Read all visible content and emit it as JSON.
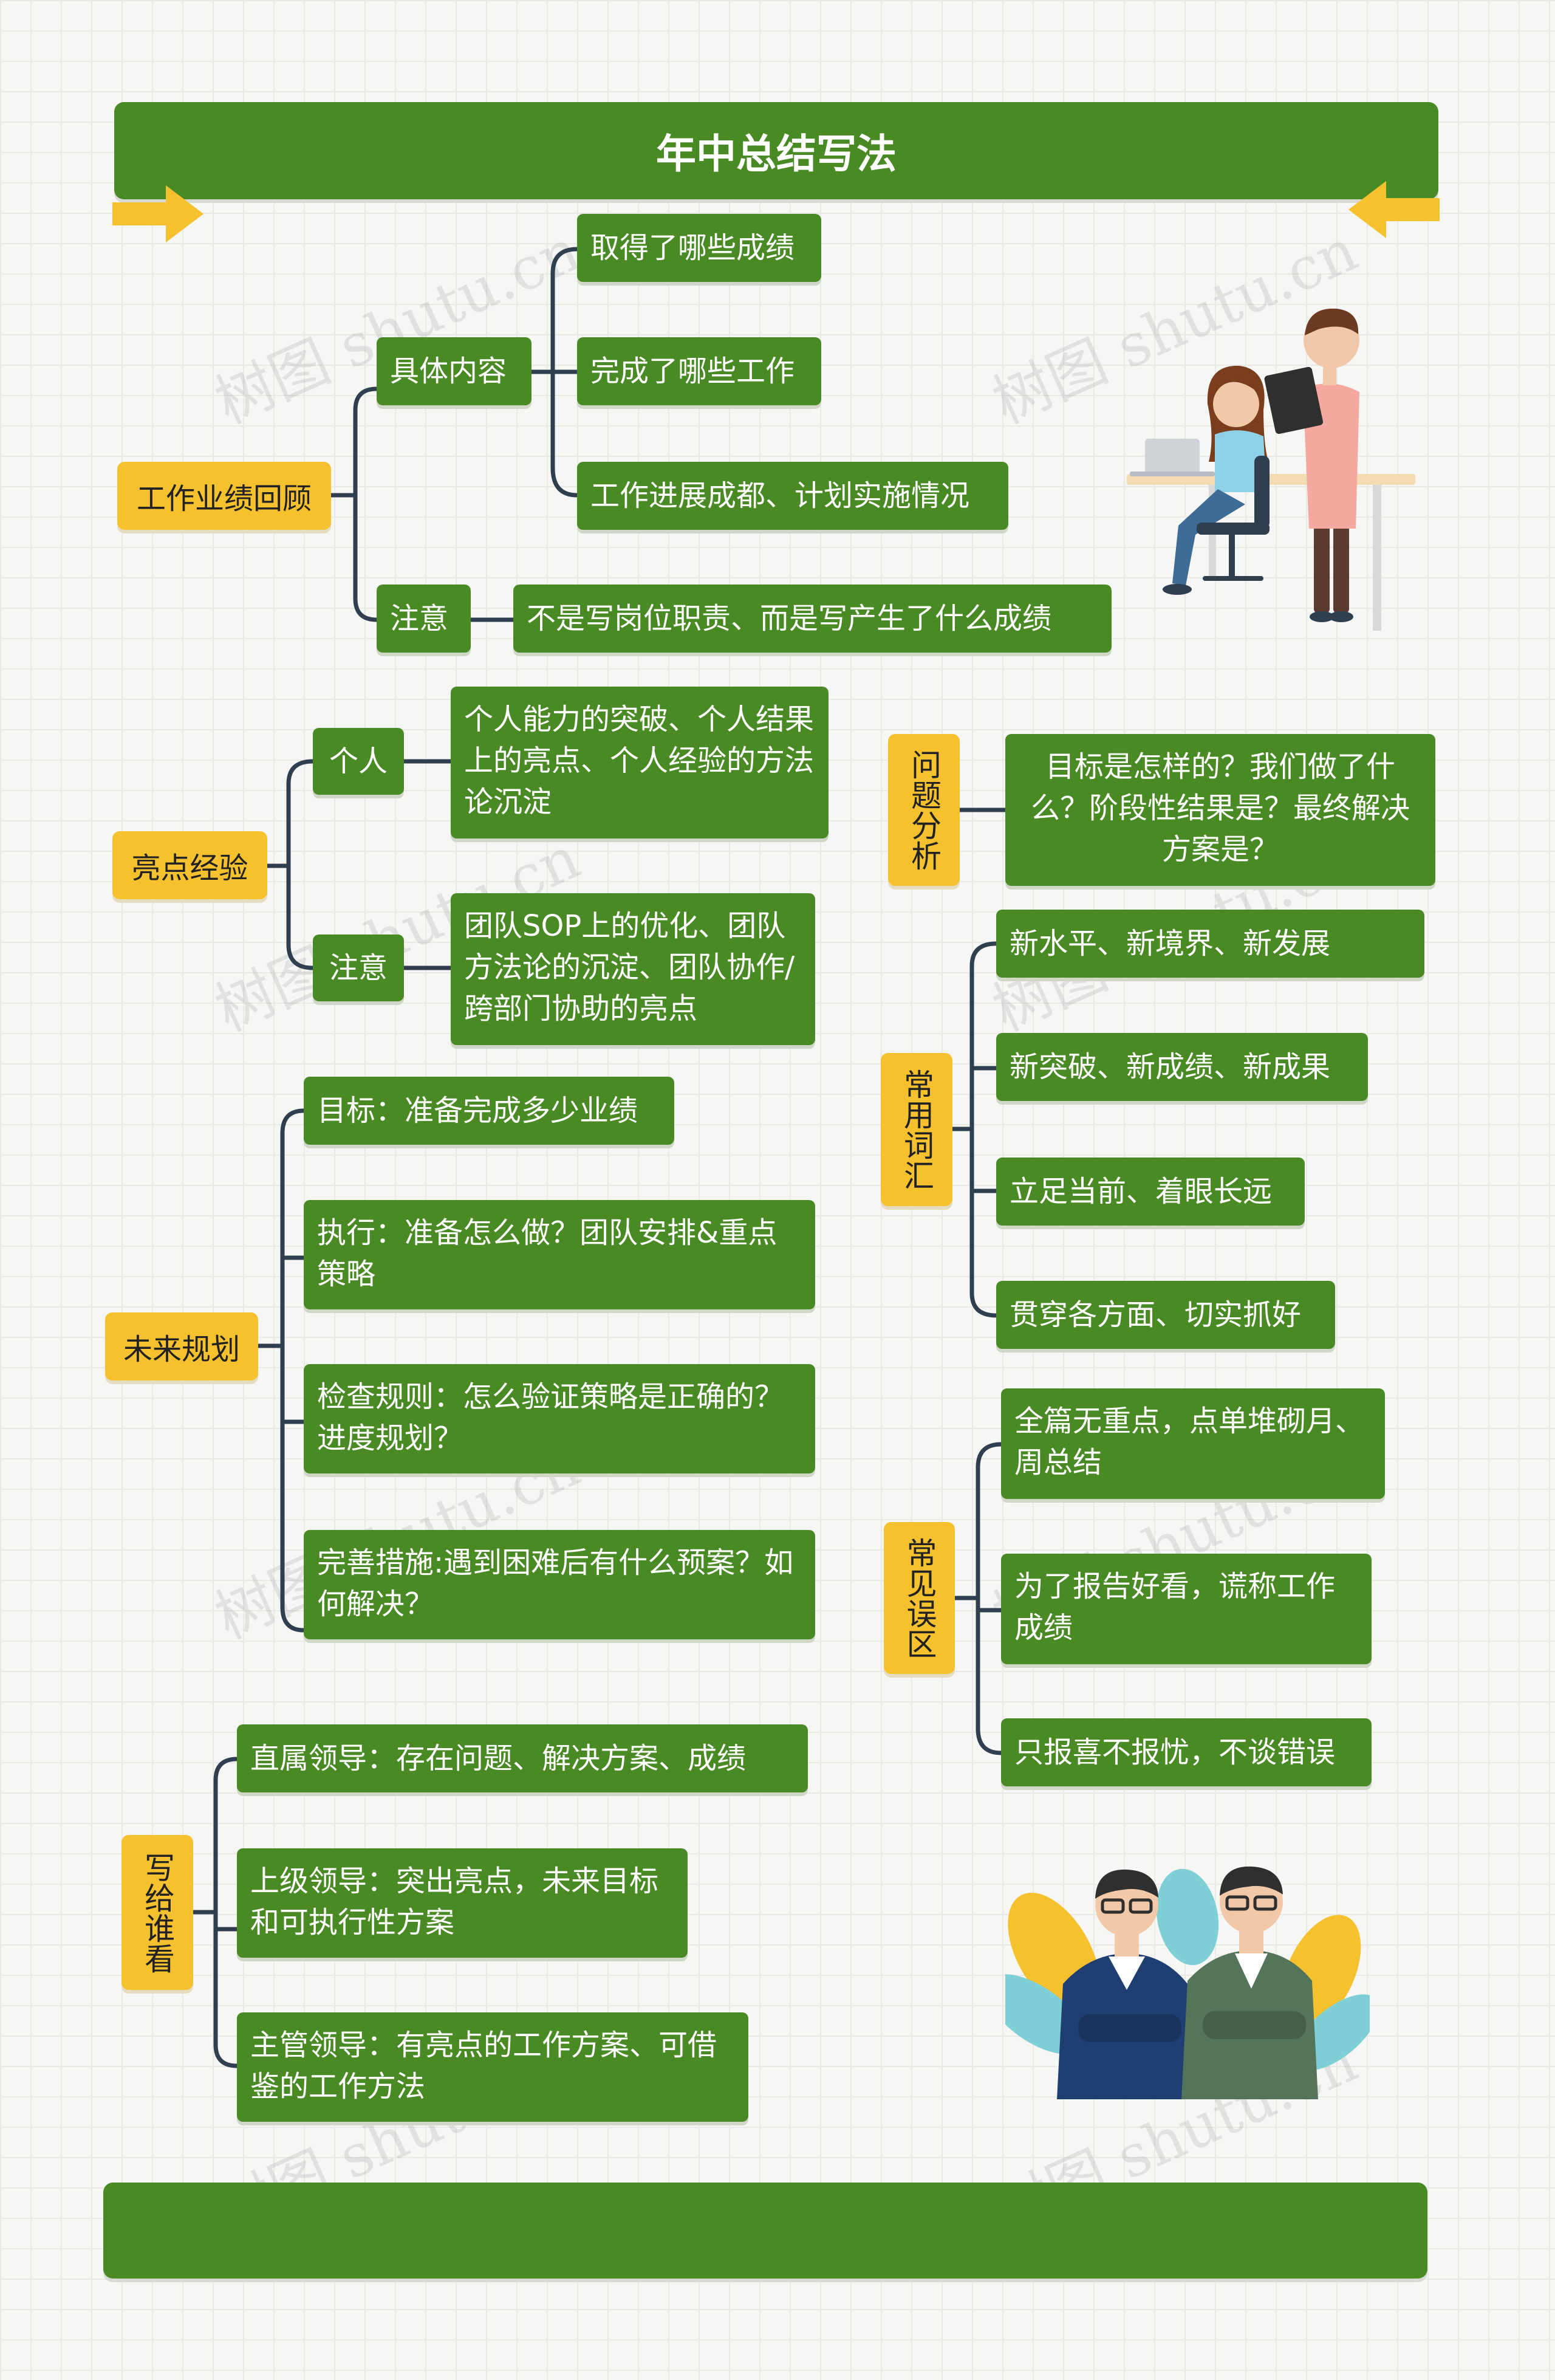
{
  "title": "年中总结写法",
  "watermark": "树图 shutu.cn",
  "colors": {
    "branch_green": "#4a8a25",
    "node_yellow": "#f6c12f",
    "connector": "#2f3f50"
  },
  "work_review": {
    "label": "工作业绩回顾",
    "content": {
      "label": "具体内容",
      "items": [
        "取得了哪些成绩",
        "完成了哪些工作",
        "工作进展成都、计划实施情况"
      ]
    },
    "note": {
      "label": "注意",
      "text": "不是写岗位职责、而是写产生了什么成绩"
    }
  },
  "highlights": {
    "label": "亮点经验",
    "personal": {
      "label": "个人",
      "text": "个人能力的突破、个人结果上的亮点、个人经验的方法论沉淀"
    },
    "note": {
      "label": "注意",
      "text": "团队SOP上的优化、团队方法论的沉淀、团队协作/跨部门协助的亮点"
    }
  },
  "future_plan": {
    "label": "未来规划",
    "items": [
      "目标：准备完成多少业绩",
      "执行：准备怎么做？团队安排&重点策略",
      "检查规则：怎么验证策略是正确的？进度规划？",
      "完善措施:遇到困难后有什么预案？如何解决？"
    ]
  },
  "audience": {
    "label": "写给谁看",
    "items": [
      "直属领导：存在问题、解决方案、成绩",
      "上级领导：突出亮点，未来目标和可执行性方案",
      "主管领导：有亮点的工作方案、可借鉴的工作方法"
    ]
  },
  "problem_analysis": {
    "label": "问题分析",
    "text": "目标是怎样的？我们做了什么？阶段性结果是？最终解决方案是？"
  },
  "common_words": {
    "label": "常用词汇",
    "items": [
      "新水平、新境界、新发展",
      "新突破、新成绩、新成果",
      "立足当前、着眼长远",
      "贯穿各方面、切实抓好"
    ]
  },
  "pitfalls": {
    "label": "常见误区",
    "items": [
      "全篇无重点，点单堆砌月、周总结",
      "为了报告好看，谎称工作成绩",
      "只报喜不报忧，不谈错误"
    ]
  }
}
